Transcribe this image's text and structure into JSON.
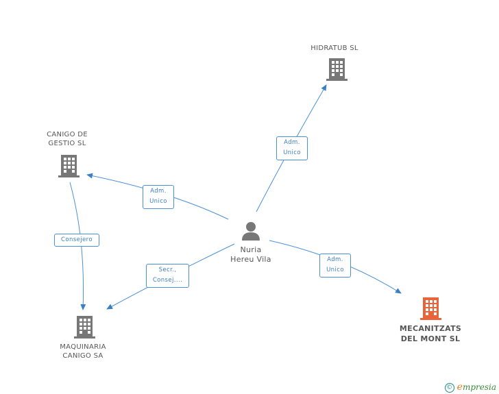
{
  "colors": {
    "edge": "#3b7fc4",
    "building": "#777777",
    "focus_building": "#e8643a",
    "person": "#777777"
  },
  "nodes": {
    "hidratub": {
      "label": "HIDRATUB SL",
      "icon": "building-icon"
    },
    "canigo_gestio": {
      "label_line1": "CANIGO DE",
      "label_line2": "GESTIO SL",
      "icon": "building-icon"
    },
    "maquinaria": {
      "label_line1": "MAQUINARIA",
      "label_line2": "CANIGO SA",
      "icon": "building-icon"
    },
    "mecanitzats": {
      "label_line1": "MECANITZATS",
      "label_line2": "DEL MONT SL",
      "icon": "building-icon"
    },
    "nuria": {
      "label_line1": "Nuria",
      "label_line2": "Hereu Vila",
      "icon": "person-icon"
    }
  },
  "edges": {
    "to_hidratub": {
      "line1": "Adm.",
      "line2": "Unico"
    },
    "to_canigo_gestio": {
      "line1": "Adm.",
      "line2": "Unico"
    },
    "to_maquinaria": {
      "line1": "Secr.,",
      "line2": "Consej...."
    },
    "to_mecanitzats": {
      "line1": "Adm.",
      "line2": "Unico"
    },
    "canigo_to_maquinaria": {
      "line1": "Consejero"
    }
  },
  "watermark": {
    "copyright": "©",
    "brand_initial": "e",
    "brand_rest": "mpresia"
  }
}
